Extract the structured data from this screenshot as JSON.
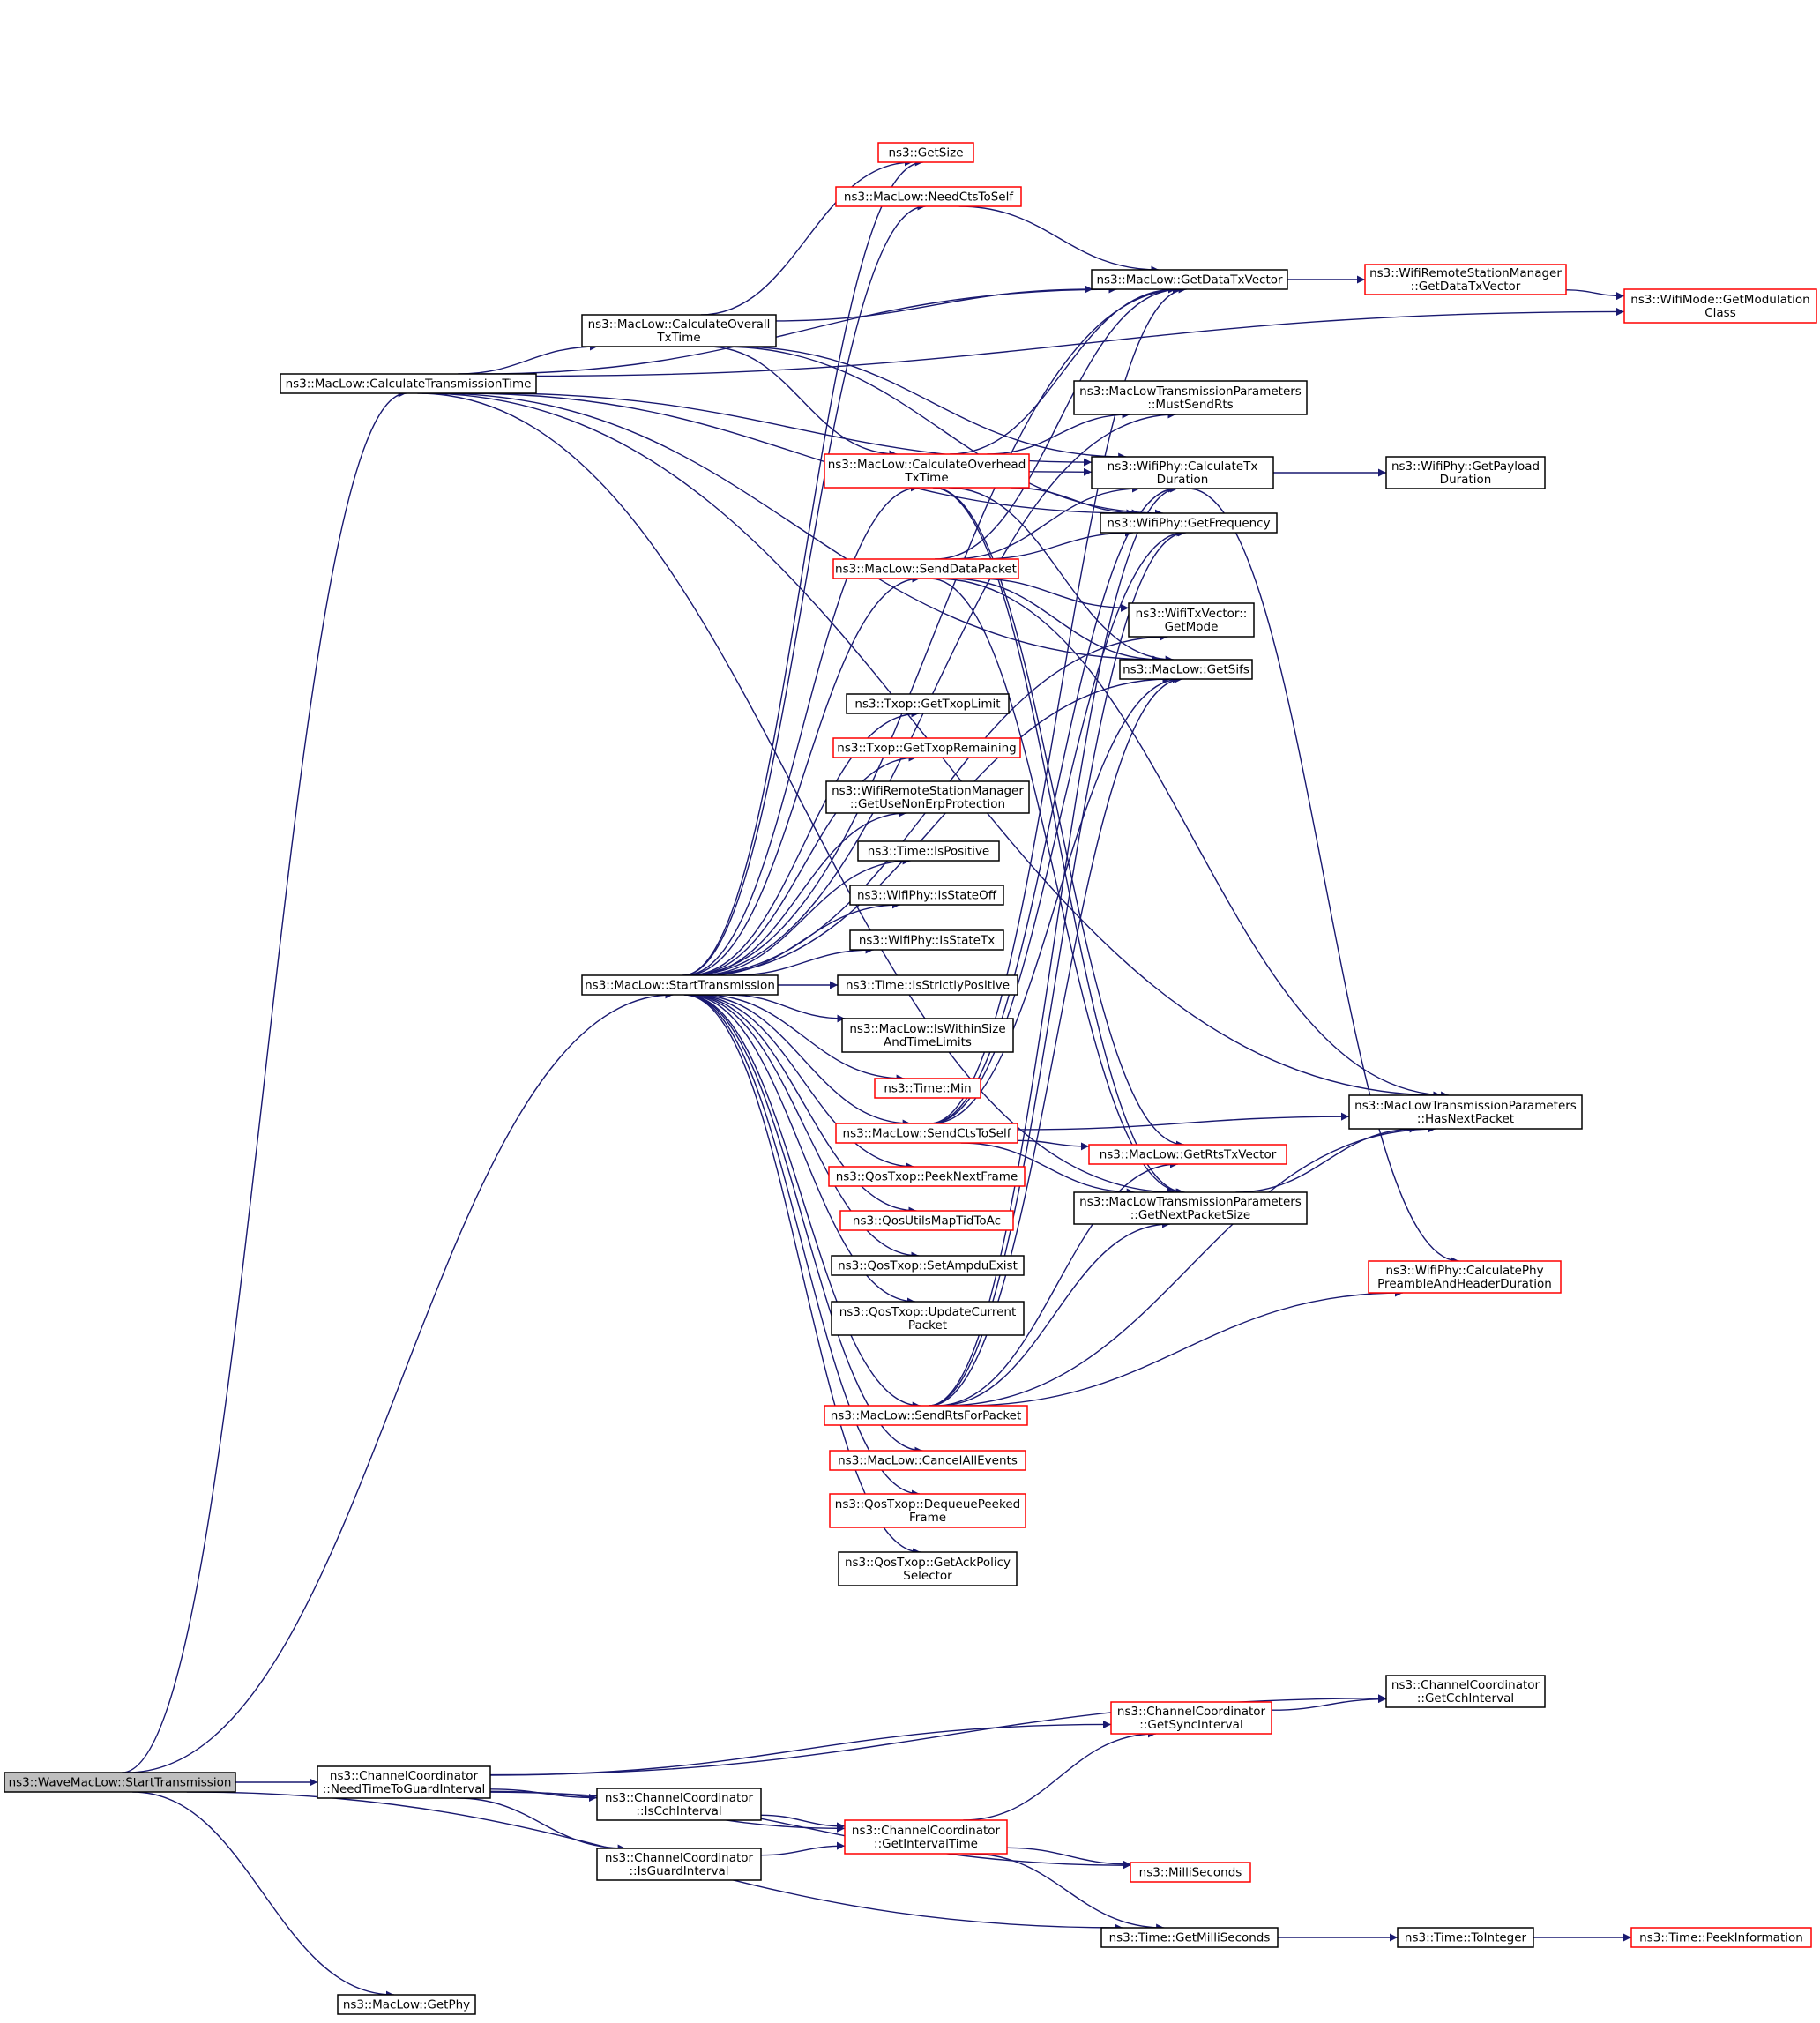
{
  "colors": {
    "edge": "#191970",
    "box_border_default": "#000000",
    "box_border_incomplete": "#ff0000",
    "box_fill_root": "#bfbfbf",
    "box_fill": "#ffffff"
  },
  "nodes": [
    {
      "id": "wave_start",
      "lines": [
        "ns3::WaveMacLow::StartTransmission"
      ],
      "style": "root"
    },
    {
      "id": "calc_tx_time",
      "lines": [
        "ns3::MacLow::CalculateTransmissionTime"
      ],
      "style": "normal"
    },
    {
      "id": "start_tx",
      "lines": [
        "ns3::MacLow::StartTransmission"
      ],
      "style": "normal"
    },
    {
      "id": "need_time",
      "lines": [
        "ns3::ChannelCoordinator",
        "::NeedTimeToGuardInterval"
      ],
      "style": "normal"
    },
    {
      "id": "get_phy",
      "lines": [
        "ns3::MacLow::GetPhy"
      ],
      "style": "normal"
    },
    {
      "id": "get_milli",
      "lines": [
        "ns3::Time::GetMilliSeconds"
      ],
      "style": "normal"
    },
    {
      "id": "calc_overall",
      "lines": [
        "ns3::MacLow::CalculateOverall",
        "TxTime"
      ],
      "style": "normal"
    },
    {
      "id": "get_data_txv",
      "lines": [
        "ns3::MacLow::GetDataTxVector"
      ],
      "style": "normal"
    },
    {
      "id": "modulation",
      "lines": [
        "ns3::WifiMode::GetModulation",
        "Class"
      ],
      "style": "incomplete"
    },
    {
      "id": "calc_txdur",
      "lines": [
        "ns3::WifiPhy::CalculateTx",
        "Duration"
      ],
      "style": "normal"
    },
    {
      "id": "get_freq",
      "lines": [
        "ns3::WifiPhy::GetFrequency"
      ],
      "style": "normal"
    },
    {
      "id": "get_sifs",
      "lines": [
        "ns3::MacLow::GetSifs"
      ],
      "style": "normal"
    },
    {
      "id": "has_next",
      "lines": [
        "ns3::MacLowTransmissionParameters",
        "::HasNextPacket"
      ],
      "style": "normal"
    },
    {
      "id": "get_next_size",
      "lines": [
        "ns3::MacLowTransmissionParameters",
        "::GetNextPacketSize"
      ],
      "style": "normal"
    },
    {
      "id": "get_size",
      "lines": [
        "ns3::GetSize"
      ],
      "style": "incomplete"
    },
    {
      "id": "need_cts",
      "lines": [
        "ns3::MacLow::NeedCtsToSelf"
      ],
      "style": "incomplete"
    },
    {
      "id": "calc_overhead",
      "lines": [
        "ns3::MacLow::CalculateOverhead",
        "TxTime"
      ],
      "style": "incomplete"
    },
    {
      "id": "get_rts_txv",
      "lines": [
        "ns3::MacLow::GetRtsTxVector"
      ],
      "style": "incomplete"
    },
    {
      "id": "must_send_rts",
      "lines": [
        "ns3::MacLowTransmissionParameters",
        "::MustSendRts"
      ],
      "style": "normal"
    },
    {
      "id": "wrsm_get_data",
      "lines": [
        "ns3::WifiRemoteStationManager",
        "::GetDataTxVector"
      ],
      "style": "incomplete"
    },
    {
      "id": "payload_dur",
      "lines": [
        "ns3::WifiPhy::GetPayload",
        "Duration"
      ],
      "style": "normal"
    },
    {
      "id": "preamble_dur",
      "lines": [
        "ns3::WifiPhy::CalculatePhy",
        "PreambleAndHeaderDuration"
      ],
      "style": "incomplete"
    },
    {
      "id": "send_data",
      "lines": [
        "ns3::MacLow::SendDataPacket"
      ],
      "style": "incomplete"
    },
    {
      "id": "get_mode",
      "lines": [
        "ns3::WifiTxVector::",
        "GetMode"
      ],
      "style": "normal"
    },
    {
      "id": "txop_limit",
      "lines": [
        "ns3::Txop::GetTxopLimit"
      ],
      "style": "normal"
    },
    {
      "id": "txop_remaining",
      "lines": [
        "ns3::Txop::GetTxopRemaining"
      ],
      "style": "incomplete"
    },
    {
      "id": "non_erp",
      "lines": [
        "ns3::WifiRemoteStationManager",
        "::GetUseNonErpProtection"
      ],
      "style": "normal"
    },
    {
      "id": "is_positive",
      "lines": [
        "ns3::Time::IsPositive"
      ],
      "style": "normal"
    },
    {
      "id": "state_off",
      "lines": [
        "ns3::WifiPhy::IsStateOff"
      ],
      "style": "normal"
    },
    {
      "id": "state_tx",
      "lines": [
        "ns3::WifiPhy::IsStateTx"
      ],
      "style": "normal"
    },
    {
      "id": "strictly_pos",
      "lines": [
        "ns3::Time::IsStrictlyPositive"
      ],
      "style": "normal"
    },
    {
      "id": "within_size",
      "lines": [
        "ns3::MacLow::IsWithinSize",
        "AndTimeLimits"
      ],
      "style": "normal"
    },
    {
      "id": "time_min",
      "lines": [
        "ns3::Time::Min"
      ],
      "style": "incomplete"
    },
    {
      "id": "send_cts",
      "lines": [
        "ns3::MacLow::SendCtsToSelf"
      ],
      "style": "incomplete"
    },
    {
      "id": "peek_next",
      "lines": [
        "ns3::QosTxop::PeekNextFrame"
      ],
      "style": "incomplete"
    },
    {
      "id": "map_tid",
      "lines": [
        "ns3::QosUtilsMapTidToAc"
      ],
      "style": "incomplete"
    },
    {
      "id": "ampdu_exist",
      "lines": [
        "ns3::QosTxop::SetAmpduExist"
      ],
      "style": "normal"
    },
    {
      "id": "update_current",
      "lines": [
        "ns3::QosTxop::UpdateCurrent",
        "Packet"
      ],
      "style": "normal"
    },
    {
      "id": "send_rts",
      "lines": [
        "ns3::MacLow::SendRtsForPacket"
      ],
      "style": "incomplete"
    },
    {
      "id": "cancel_all",
      "lines": [
        "ns3::MacLow::CancelAllEvents"
      ],
      "style": "incomplete"
    },
    {
      "id": "dequeue",
      "lines": [
        "ns3::QosTxop::DequeuePeeked",
        "Frame"
      ],
      "style": "incomplete"
    },
    {
      "id": "ack_policy",
      "lines": [
        "ns3::QosTxop::GetAckPolicy",
        "Selector"
      ],
      "style": "normal"
    },
    {
      "id": "cch_interval",
      "lines": [
        "ns3::ChannelCoordinator",
        "::GetCchInterval"
      ],
      "style": "normal"
    },
    {
      "id": "sync_interval",
      "lines": [
        "ns3::ChannelCoordinator",
        "::GetSyncInterval"
      ],
      "style": "incomplete"
    },
    {
      "id": "is_cch",
      "lines": [
        "ns3::ChannelCoordinator",
        "::IsCchInterval"
      ],
      "style": "normal"
    },
    {
      "id": "interval_time",
      "lines": [
        "ns3::ChannelCoordinator",
        "::GetIntervalTime"
      ],
      "style": "incomplete"
    },
    {
      "id": "is_guard",
      "lines": [
        "ns3::ChannelCoordinator",
        "::IsGuardInterval"
      ],
      "style": "normal"
    },
    {
      "id": "milliseconds",
      "lines": [
        "ns3::MilliSeconds"
      ],
      "style": "incomplete"
    },
    {
      "id": "to_integer",
      "lines": [
        "ns3::Time::ToInteger"
      ],
      "style": "normal"
    },
    {
      "id": "peek_info",
      "lines": [
        "ns3::Time::PeekInformation"
      ],
      "style": "incomplete"
    }
  ],
  "edges": [
    [
      "wave_start",
      "calc_tx_time"
    ],
    [
      "wave_start",
      "start_tx"
    ],
    [
      "wave_start",
      "need_time"
    ],
    [
      "wave_start",
      "get_phy"
    ],
    [
      "wave_start",
      "get_milli"
    ],
    [
      "calc_tx_time",
      "calc_overall"
    ],
    [
      "calc_tx_time",
      "get_data_txv"
    ],
    [
      "calc_tx_time",
      "modulation"
    ],
    [
      "calc_tx_time",
      "calc_txdur"
    ],
    [
      "calc_tx_time",
      "get_freq"
    ],
    [
      "calc_tx_time",
      "get_sifs"
    ],
    [
      "calc_tx_time",
      "has_next"
    ],
    [
      "calc_tx_time",
      "get_next_size"
    ],
    [
      "calc_overall",
      "get_size"
    ],
    [
      "calc_overall",
      "get_data_txv"
    ],
    [
      "calc_overall",
      "calc_overhead"
    ],
    [
      "calc_overall",
      "calc_txdur"
    ],
    [
      "calc_overall",
      "get_freq"
    ],
    [
      "need_cts",
      "get_data_txv"
    ],
    [
      "get_data_txv",
      "wrsm_get_data"
    ],
    [
      "wrsm_get_data",
      "modulation"
    ],
    [
      "calc_overhead",
      "get_data_txv"
    ],
    [
      "calc_overhead",
      "must_send_rts"
    ],
    [
      "calc_overhead",
      "calc_txdur"
    ],
    [
      "calc_overhead",
      "get_freq"
    ],
    [
      "calc_overhead",
      "get_sifs"
    ],
    [
      "calc_overhead",
      "get_rts_txv"
    ],
    [
      "calc_overhead",
      "get_next_size"
    ],
    [
      "calc_txdur",
      "payload_dur"
    ],
    [
      "calc_txdur",
      "preamble_dur"
    ],
    [
      "send_data",
      "get_data_txv"
    ],
    [
      "send_data",
      "calc_txdur"
    ],
    [
      "send_data",
      "get_freq"
    ],
    [
      "send_data",
      "get_mode"
    ],
    [
      "send_data",
      "get_sifs"
    ],
    [
      "send_data",
      "has_next"
    ],
    [
      "send_data",
      "get_next_size"
    ],
    [
      "start_tx",
      "get_size"
    ],
    [
      "start_tx",
      "need_cts"
    ],
    [
      "start_tx",
      "get_data_txv"
    ],
    [
      "start_tx",
      "must_send_rts"
    ],
    [
      "start_tx",
      "calc_overhead"
    ],
    [
      "start_tx",
      "send_data"
    ],
    [
      "start_tx",
      "get_mode"
    ],
    [
      "start_tx",
      "txop_limit"
    ],
    [
      "start_tx",
      "txop_remaining"
    ],
    [
      "start_tx",
      "non_erp"
    ],
    [
      "start_tx",
      "is_positive"
    ],
    [
      "start_tx",
      "state_off"
    ],
    [
      "start_tx",
      "state_tx"
    ],
    [
      "start_tx",
      "strictly_pos"
    ],
    [
      "start_tx",
      "within_size"
    ],
    [
      "start_tx",
      "time_min"
    ],
    [
      "start_tx",
      "send_cts"
    ],
    [
      "start_tx",
      "peek_next"
    ],
    [
      "start_tx",
      "map_tid"
    ],
    [
      "start_tx",
      "ampdu_exist"
    ],
    [
      "start_tx",
      "update_current"
    ],
    [
      "start_tx",
      "send_rts"
    ],
    [
      "start_tx",
      "cancel_all"
    ],
    [
      "start_tx",
      "dequeue"
    ],
    [
      "start_tx",
      "ack_policy"
    ],
    [
      "start_tx",
      "get_sifs"
    ],
    [
      "send_cts",
      "get_data_txv"
    ],
    [
      "send_cts",
      "calc_txdur"
    ],
    [
      "send_cts",
      "get_freq"
    ],
    [
      "send_cts",
      "get_sifs"
    ],
    [
      "send_cts",
      "has_next"
    ],
    [
      "send_cts",
      "get_rts_txv"
    ],
    [
      "send_cts",
      "get_next_size"
    ],
    [
      "send_rts",
      "calc_txdur"
    ],
    [
      "send_rts",
      "get_freq"
    ],
    [
      "send_rts",
      "get_sifs"
    ],
    [
      "send_rts",
      "get_rts_txv"
    ],
    [
      "send_rts",
      "get_next_size"
    ],
    [
      "send_rts",
      "has_next"
    ],
    [
      "send_rts",
      "preamble_dur"
    ],
    [
      "get_next_size",
      "has_next"
    ],
    [
      "need_time",
      "cch_interval"
    ],
    [
      "need_time",
      "sync_interval"
    ],
    [
      "need_time",
      "interval_time"
    ],
    [
      "need_time",
      "is_cch"
    ],
    [
      "need_time",
      "is_guard"
    ],
    [
      "need_time",
      "milliseconds"
    ],
    [
      "sync_interval",
      "cch_interval"
    ],
    [
      "is_cch",
      "interval_time"
    ],
    [
      "is_guard",
      "interval_time"
    ],
    [
      "interval_time",
      "sync_interval"
    ],
    [
      "interval_time",
      "milliseconds"
    ],
    [
      "interval_time",
      "get_milli"
    ],
    [
      "get_milli",
      "to_integer"
    ],
    [
      "to_integer",
      "peek_info"
    ]
  ]
}
